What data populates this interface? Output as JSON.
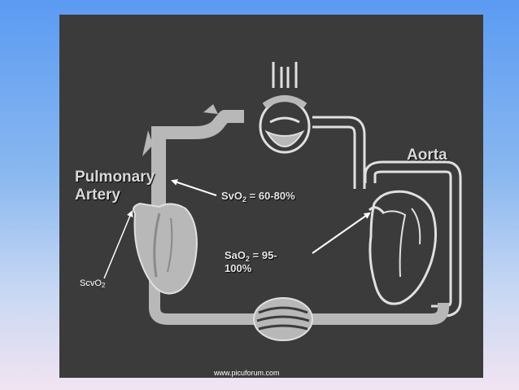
{
  "labels": {
    "pulmonary_line1": "Pulmonary",
    "pulmonary_line2": "Artery",
    "aorta": "Aorta",
    "svo2_prefix": "SvO",
    "svo2_sub": "2",
    "svo2_value": " = 60-80%",
    "sao2_prefix": "SaO",
    "sao2_sub": "2",
    "sao2_value_line1": " = 95-",
    "sao2_value_line2": "100%",
    "scvo2_prefix": "ScvO",
    "scvo2_sub": "2"
  },
  "footer": {
    "website": "www.picuforum.com"
  },
  "colors": {
    "panel_background": "#3b3b3b",
    "vessel_fill": "#b8b8b8",
    "vessel_outline": "#e0e0e0",
    "arrow": "#ffffff"
  }
}
